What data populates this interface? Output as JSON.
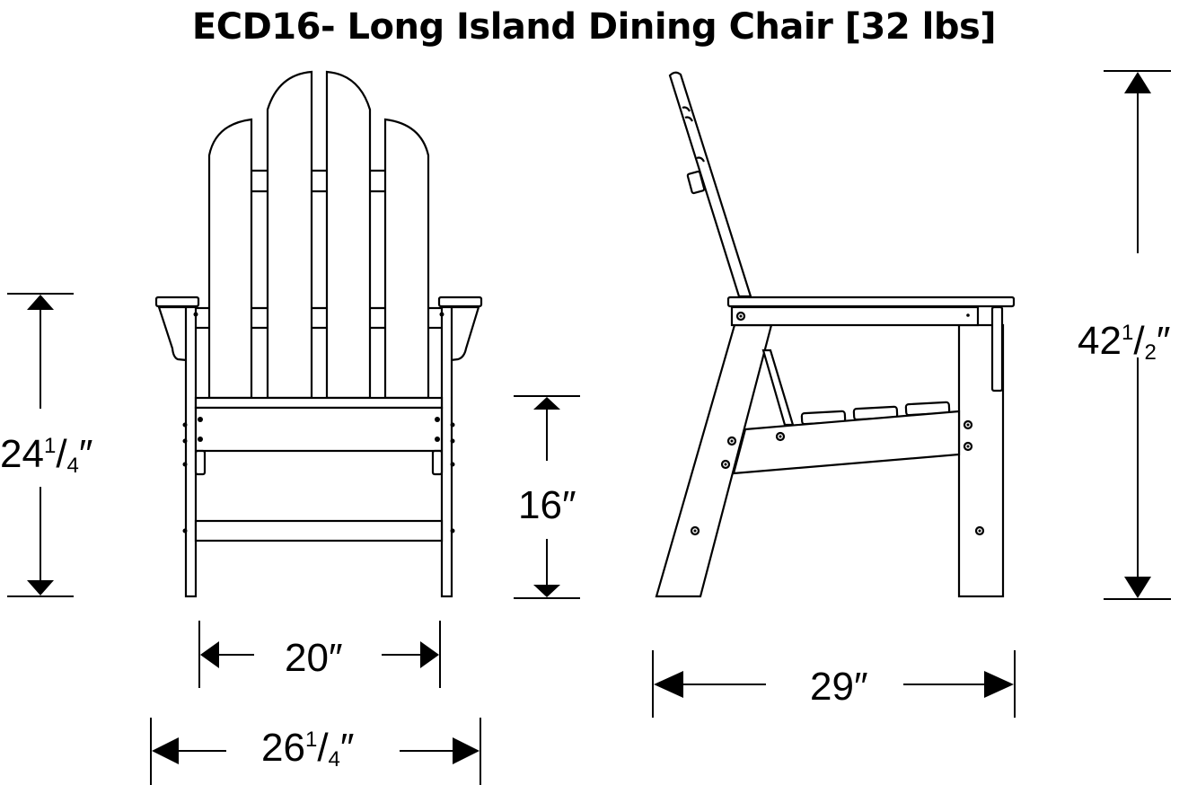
{
  "title": "ECD16- Long Island Dining Chair [32 lbs]",
  "colors": {
    "line": "#000000",
    "background": "#ffffff"
  },
  "views": {
    "front": {
      "label": "front-view",
      "dimensions": {
        "arm_height": {
          "whole": "24",
          "num": "1",
          "den": "4",
          "unit": "″",
          "value_in": 24.25
        },
        "seat_width": {
          "text": "20″",
          "value_in": 20
        },
        "overall_width": {
          "whole": "26",
          "num": "1",
          "den": "4",
          "unit": "″",
          "value_in": 26.25
        },
        "seat_height": {
          "text": "16″",
          "value_in": 16
        }
      }
    },
    "side": {
      "label": "side-view",
      "dimensions": {
        "overall_height": {
          "whole": "42",
          "num": "1",
          "den": "2",
          "unit": "″",
          "value_in": 42.5
        },
        "overall_depth": {
          "text": "29″",
          "value_in": 29
        }
      }
    }
  }
}
